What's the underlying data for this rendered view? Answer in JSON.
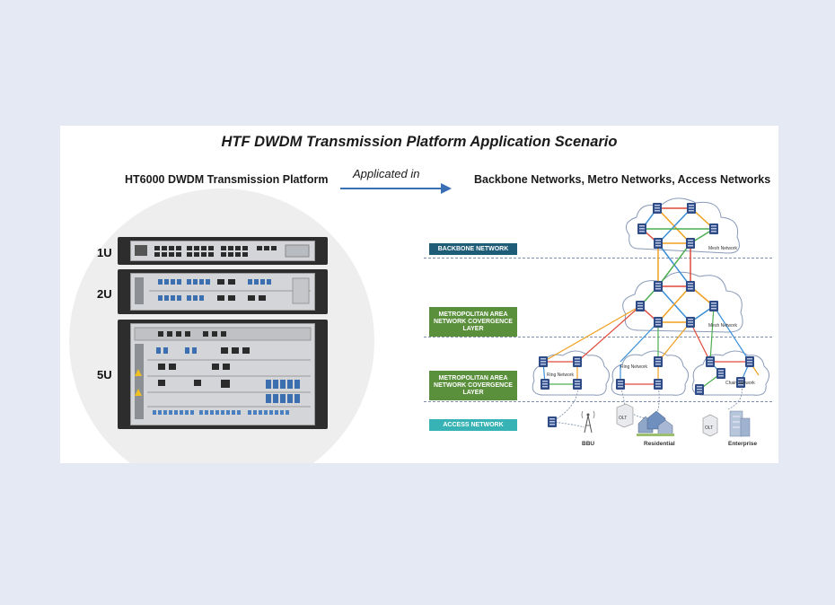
{
  "title": "HTF DWDM Transmission Platform Application Scenario",
  "left_heading": "HT6000 DWDM Transmission Platform",
  "arrow_label": "Applicated in",
  "right_heading": "Backbone Networks, Metro Networks, Access Networks",
  "units": [
    "1U",
    "2U",
    "5U"
  ],
  "layers": [
    {
      "label": "BACKBONE NETWORK",
      "color": "#1f5c78"
    },
    {
      "label": "METROPOLITAN AREA NETWORK COVERGENCE LAYER",
      "color": "#5a8f3c"
    },
    {
      "label": "METROPOLITAN AREA NETWORK COVERGENCE LAYER",
      "color": "#5a8f3c"
    },
    {
      "label": "ACCESS NETWORK",
      "color": "#37b3b5"
    }
  ],
  "network_labels": {
    "backbone_mesh": "Mesh Network",
    "metro_mesh": "Mesh Network",
    "ring1": "Ring Network",
    "ring2": "Ring Network",
    "chain": "Chain Network"
  },
  "devices": {
    "olt1": "OLT",
    "olt2": "OLT",
    "bbu": "BBU",
    "residential": "Residential",
    "enterprise": "Enterprise"
  },
  "colors": {
    "arrow": "#3a6fb5",
    "node": "#2f4c86",
    "link_red": "#e04a3a",
    "link_orange": "#f0a020",
    "link_blue": "#3a8fd8",
    "link_green": "#4caf50"
  }
}
